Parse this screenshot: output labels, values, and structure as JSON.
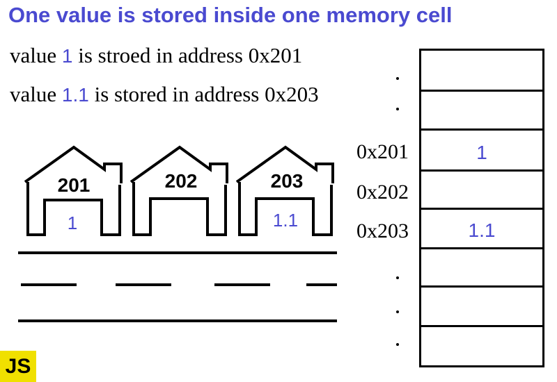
{
  "title": "One value is stored inside one memory cell",
  "lines": [
    {
      "prefix": "value",
      "value": "1",
      "suffix": "is stroed in address 0x201"
    },
    {
      "prefix": "value",
      "value": "1.1",
      "suffix": "is stored in address 0x203"
    }
  ],
  "houses": [
    {
      "number": "201",
      "value": "1"
    },
    {
      "number": "202",
      "value": ""
    },
    {
      "number": "203",
      "value": "1.1"
    }
  ],
  "memory": {
    "addresses": [
      "0x201",
      "0x202",
      "0x203"
    ],
    "cells": [
      "",
      "",
      "1",
      "",
      "1.1",
      "",
      "",
      ""
    ]
  },
  "badge": "JS"
}
